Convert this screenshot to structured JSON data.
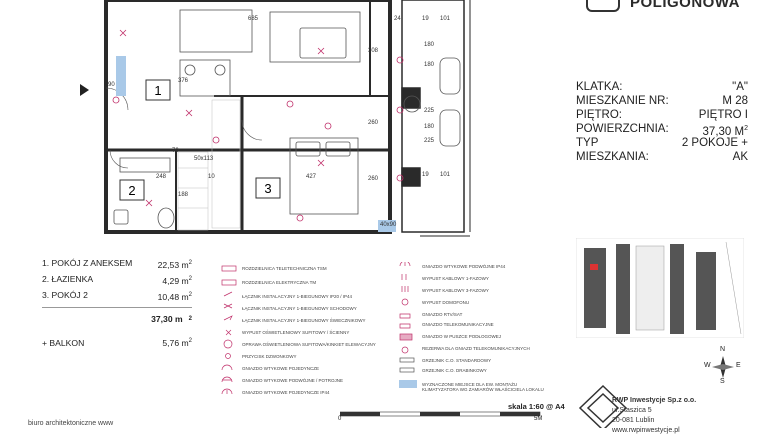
{
  "brand": {
    "name": "POLIGONOWA"
  },
  "info": {
    "klatka_label": "KLATKA:",
    "klatka_value": "\"A\"",
    "mieszkanie_label": "MIESZKANIE NR:",
    "mieszkanie_value": "M 28",
    "pietro_label": "PIĘTRO:",
    "pietro_value": "PIĘTRO I",
    "pow_label": "POWIERZCHNIA:",
    "pow_value": "37,30 M",
    "typ_label": "TYP MIESZKANIA:",
    "typ_value": "2 POKOJE + AK"
  },
  "plan": {
    "room_numbers": [
      "1",
      "2",
      "3"
    ],
    "dims": [
      "685",
      "24",
      "19",
      "101",
      "376",
      "308",
      "180",
      "180",
      "90",
      "225",
      "19",
      "101",
      "248",
      "10",
      "427",
      "260",
      "188",
      "180",
      "225",
      "70",
      "260",
      "40x90",
      "50x113"
    ]
  },
  "rooms": [
    {
      "name": "1. POKÓJ Z ANEKSEM",
      "area": "22,53 m"
    },
    {
      "name": "2. ŁAZIENKA",
      "area": "4,29 m"
    },
    {
      "name": "3. POKÓJ 2",
      "area": "10,48 m"
    }
  ],
  "total_area": "37,30 m",
  "balkon": {
    "label": "+ BALKON",
    "area": "5,76 m"
  },
  "legend_left": [
    "ROZDZIELNICA TELETECHNICZNA TSM",
    "ROZDZIELNICA ELEKTRYCZNA TM",
    "ŁĄCZNIK INSTALACYJNY 1-BIEGUNOWY IP20 / IP44",
    "ŁĄCZNIK INSTALACYJNY 1-BIEGUNOWY SCHODOWY",
    "ŁĄCZNIK INSTALACYJNY 1-BIEGUNOWY ŚWIECZNIKOWY",
    "WYPUST OŚWIETLENIOWY SUFITOWY / ŚCIENNY",
    "OPRAWA OŚWIETLENIOWA SUFITOWA/KINKIET ELEWACYJNY",
    "PRZYCISK DZWONKOWY",
    "GNIAZDO WTYKOWE POJEDYNCZE",
    "GNIAZDO WTYKOWE PODWÓJNE / POTROJNE",
    "GNIAZDO WTYKOWE POJEDYNCZE IP44"
  ],
  "legend_right": [
    "GNIAZDO WTYKOWE PODWÓJNE IP44",
    "WYPUST KABLOWY 1-FAZOWY",
    "WYPUST KABLOWY 3-FAZOWY",
    "WYPUST DOMOFONU",
    "GNIAZDO RTV/SAT",
    "GNIAZDO TELEKOMUNIKACYJNE",
    "GNIAZDO W PUSZCE PODŁOGOWEJ",
    "REZERWA DLA GNIAZD TELEKOMUNIKACYJNYCH",
    "GRZEJNIK C.O. STANDARDOWY",
    "GRZEJNIK C.O. DRABINKOWY",
    "WYZNACZONE MIEJSCE DLA EW. MONTAŻU KLIMATYZATORA WG ZAMIARÓW WŁAŚCICIELA LOKALU"
  ],
  "scale": {
    "text": "skala 1:60 @ A4",
    "start": "0",
    "end": "5M"
  },
  "company": {
    "name": "RWP Inwestycje Sp.z o.o.",
    "street": "ul.Staszica 5",
    "city": "20-081 Lublin",
    "web": "www.rwpinwestycje.pl"
  },
  "footer": {
    "text": "biuro architektoniczne www"
  },
  "compass": {
    "n": "N",
    "s": "S",
    "e": "E",
    "w": "W"
  },
  "colors": {
    "wall": "#2a2a2a",
    "electric": "#c0306a",
    "grid": "#bfbfbf"
  }
}
